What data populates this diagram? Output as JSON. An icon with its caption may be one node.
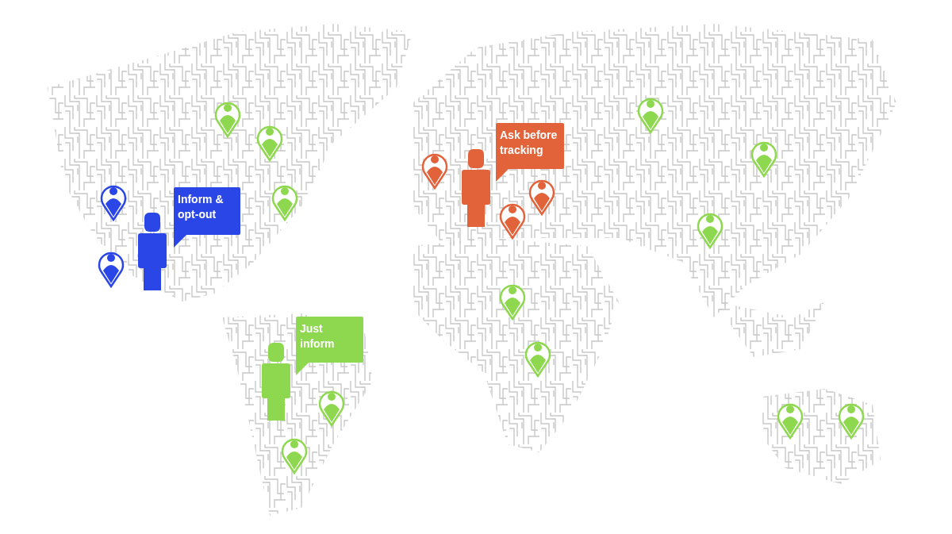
{
  "diagram": {
    "nodes": [
      {
        "text": [
          "Inform & opt-out"
        ]
      },
      {
        "text": [
          "Ask before tracking"
        ]
      },
      {
        "text": [
          "Just inform"
        ]
      }
    ]
  }
}
